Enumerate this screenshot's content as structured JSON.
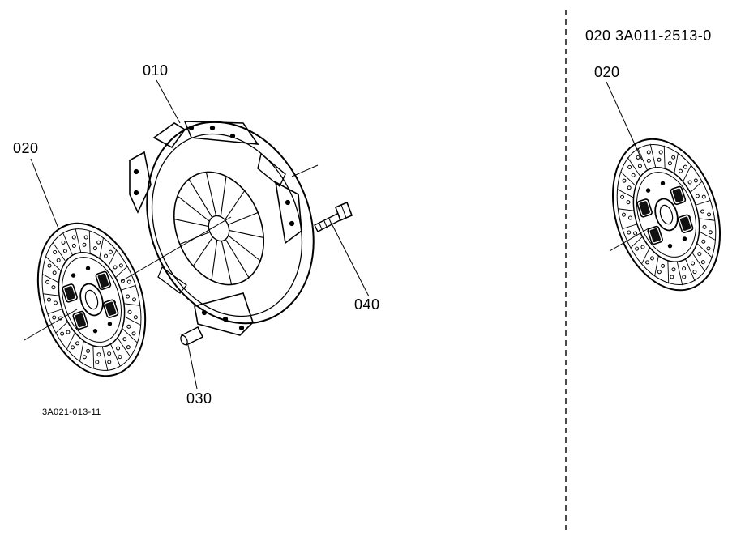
{
  "diagram": {
    "callouts": {
      "pressure_plate": "010",
      "clutch_disc_left": "020",
      "dowel_pin": "030",
      "bolt": "040",
      "clutch_disc_right": "020"
    },
    "figure_code": "3A021-013-11",
    "replacement_header": "020  3A011-2513-0"
  }
}
